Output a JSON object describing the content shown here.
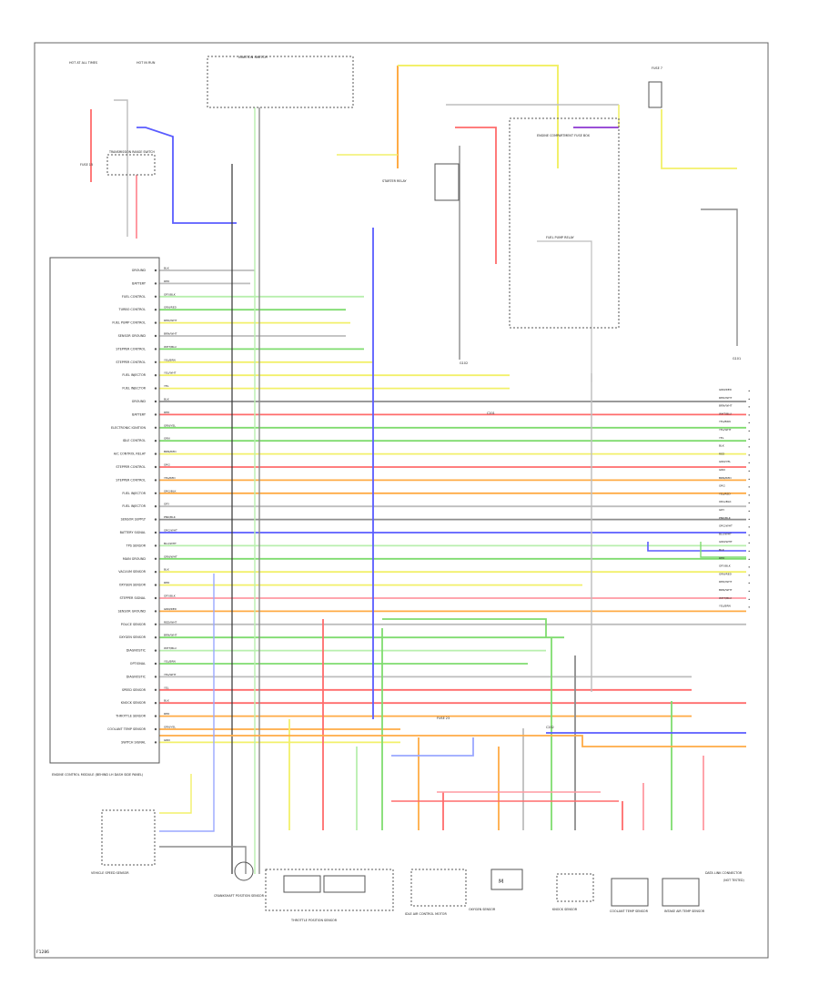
{
  "diagram": {
    "ecu_title": "ENGINE CONTROL MODULE (BEHIND LH DASH SIDE PANEL)",
    "ecu_pins": [
      "GROUND",
      "BATTERY",
      "FUEL CONTROL",
      "TURBO CONTROL",
      "FUEL PUMP CONTROL",
      "SENSOR GROUND",
      "STEPPER CONTROL",
      "STEPPER CONTROL",
      "FUEL INJECTOR",
      "FUEL INJECTOR",
      "GROUND",
      "BATTERY",
      "ELECTRONIC IGNITION",
      "IDLE CONTROL",
      "A/C CONTROL RELAY",
      "STEPPER CONTROL",
      "STEPPER CONTROL",
      "FUEL INJECTOR",
      "FUEL INJECTOR",
      "SENSOR SUPPLY",
      "BATTERY SIGNAL",
      "TPS SENSOR",
      "MAIN GROUND",
      "VACUUM SENSOR",
      "OXYGEN SENSOR",
      "STEPPER SIGNAL",
      "SENSOR GROUND",
      "POLICE SENSOR",
      "OXYGEN SENSOR",
      "DIAGNOSTIC",
      "OPTIONAL",
      "DIAGNOSTIC",
      "SPEED SENSOR",
      "KNOCK SENSOR",
      "THROTTLE SENSOR",
      "COOLANT TEMP SENSOR",
      "SWITCH SIGNAL"
    ],
    "wire_colors": [
      "BLK",
      "RED",
      "GRY/BLK",
      "GRN/RED",
      "RED/WHT",
      "BRN/WHT",
      "WHT/BLU",
      "YEL/BRN",
      "YEL/WHT",
      "YEL",
      "BLK",
      "RED",
      "GRN/YEL",
      "GRN",
      "BRN/RED",
      "ORG",
      "YEL/RED",
      "ORG/BLK",
      "GRY",
      "PNK/BLK",
      "ORG/WHT",
      "BLU/WHT",
      "GRN/WHT"
    ],
    "components": [
      "HOT AT ALL TIMES",
      "HOT IN RUN",
      "IGNITION SWITCH",
      "STARTER RELAY",
      "TRANSMISSION RANGE SWITCH",
      "ENGINE COMPARTMENT FUSE BOX",
      "FUEL PUMP RELAY",
      "CRANKSHAFT POSITION SENSOR",
      "THROTTLE POSITION SENSOR",
      "IDLE AIR CONTROL MOTOR",
      "OXYGEN SENSOR",
      "KNOCK SENSOR",
      "COOLANT TEMP SENSOR",
      "VEHICLE SPEED SENSOR",
      "DATA LINK CONNECTOR",
      "INTAKE AIR TEMP SENSOR",
      "FUSE 15",
      "FUSE 7",
      "FUSE 23",
      "G101",
      "G102",
      "C201",
      "C202",
      "M",
      "(NOT TESTED)"
    ],
    "footer_code": "F1286"
  }
}
